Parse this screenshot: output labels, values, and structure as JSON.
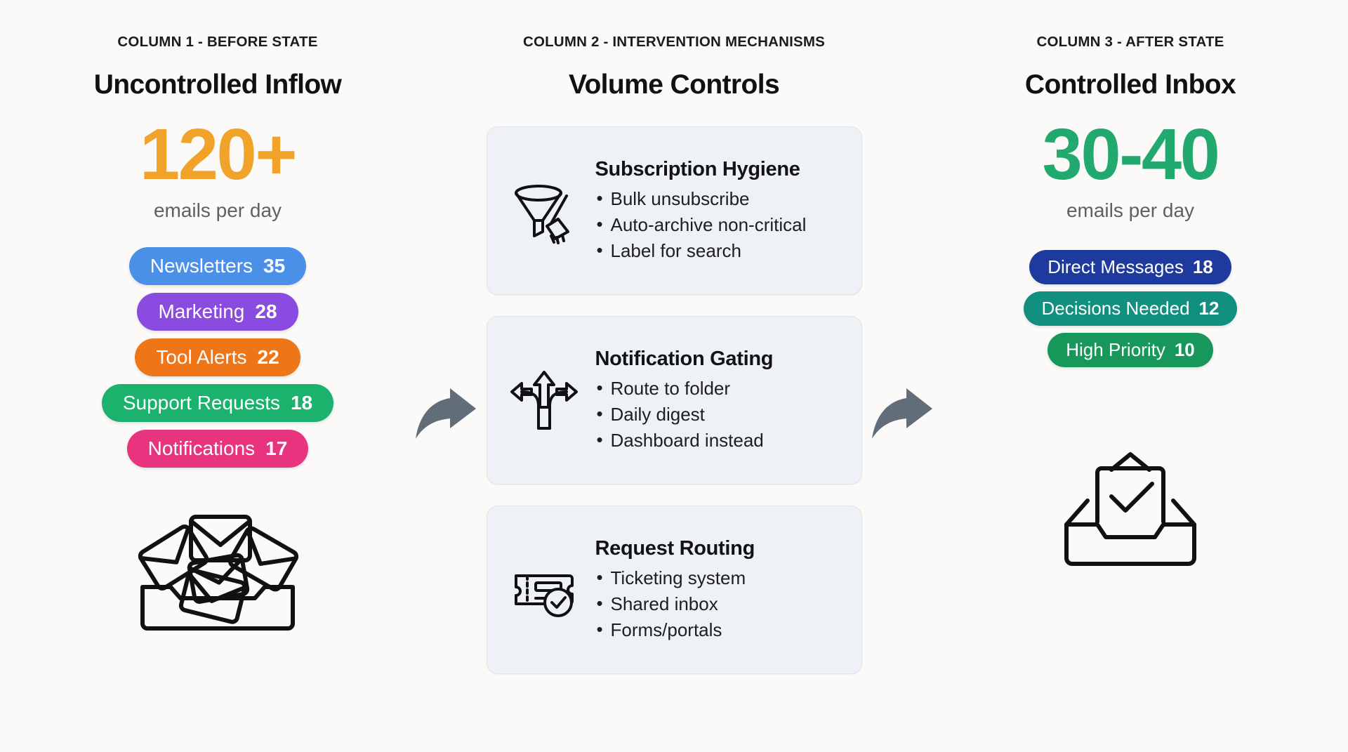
{
  "page": {
    "background": "#FBFAF8",
    "arrow_color": "#626D7A"
  },
  "columns": [
    {
      "eyebrow": "COLUMN 1 - BEFORE STATE",
      "title": "Uncontrolled Inflow",
      "stat_value": "120+",
      "stat_color": "#F0A229",
      "stat_caption": "emails per day",
      "pills": [
        {
          "label": "Newsletters",
          "value": "35",
          "color": "#4A90E8"
        },
        {
          "label": "Marketing",
          "value": "28",
          "color": "#8A4BE0"
        },
        {
          "label": "Tool Alerts",
          "value": "22",
          "color": "#EE7518"
        },
        {
          "label": "Support Requests",
          "value": "18",
          "color": "#1BB26E"
        },
        {
          "label": "Notifications",
          "value": "17",
          "color": "#E8337E"
        }
      ],
      "illustration": "overflowing-inbox-icon"
    },
    {
      "eyebrow": "COLUMN 2 - INTERVENTION MECHANISMS",
      "title": "Volume Controls",
      "cards": [
        {
          "icon": "funnel-broom-icon",
          "title": "Subscription Hygiene",
          "items": [
            "Bulk unsubscribe",
            "Auto-archive non-critical",
            "Label for search"
          ]
        },
        {
          "icon": "three-way-arrow-icon",
          "title": "Notification Gating",
          "items": [
            "Route to folder",
            "Daily digest",
            "Dashboard instead"
          ]
        },
        {
          "icon": "ticket-check-icon",
          "title": "Request Routing",
          "items": [
            "Ticketing system",
            "Shared inbox",
            "Forms/portals"
          ]
        }
      ]
    },
    {
      "eyebrow": "COLUMN 3 - AFTER STATE",
      "title": "Controlled Inbox",
      "stat_value": "30-40",
      "stat_color": "#21A96F",
      "stat_caption": "emails per day",
      "pills": [
        {
          "label": "Direct Messages",
          "value": "18",
          "color": "#1E3A9E"
        },
        {
          "label": "Decisions Needed",
          "value": "12",
          "color": "#11907F"
        },
        {
          "label": "High Priority",
          "value": "10",
          "color": "#17985A"
        }
      ],
      "illustration": "inbox-check-icon"
    }
  ]
}
